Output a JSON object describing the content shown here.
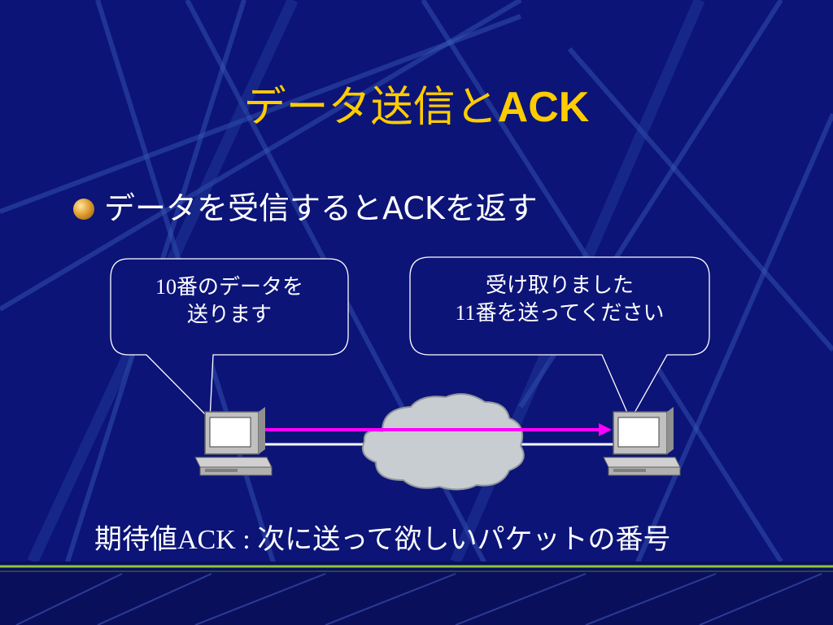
{
  "slide": {
    "title_jp": "データ送信と",
    "title_en": "ACK"
  },
  "bullet": {
    "text": "データを受信するとACKを返す"
  },
  "sender_bubble": {
    "line1_number": "10",
    "line1_text": "番のデータを",
    "line2": "送ります"
  },
  "receiver_bubble": {
    "line1": "受け取りました",
    "line2_number": "11",
    "line2_text": "番を送ってください"
  },
  "footer_note": {
    "prefix_jp": "期待値",
    "ack": "ACK",
    "separator": " : ",
    "text": "次に送って欲しいパケットの番号"
  },
  "colors": {
    "background": "#0c1478",
    "title": "#ffcc00",
    "data_arrow": "#ff00ff",
    "link_line": "#ffffff",
    "cloud": "#c8cdd2"
  },
  "icons": {
    "sender": "desktop-computer-icon",
    "receiver": "desktop-computer-icon",
    "network": "cloud-icon",
    "bullet": "orb-bullet-icon"
  }
}
